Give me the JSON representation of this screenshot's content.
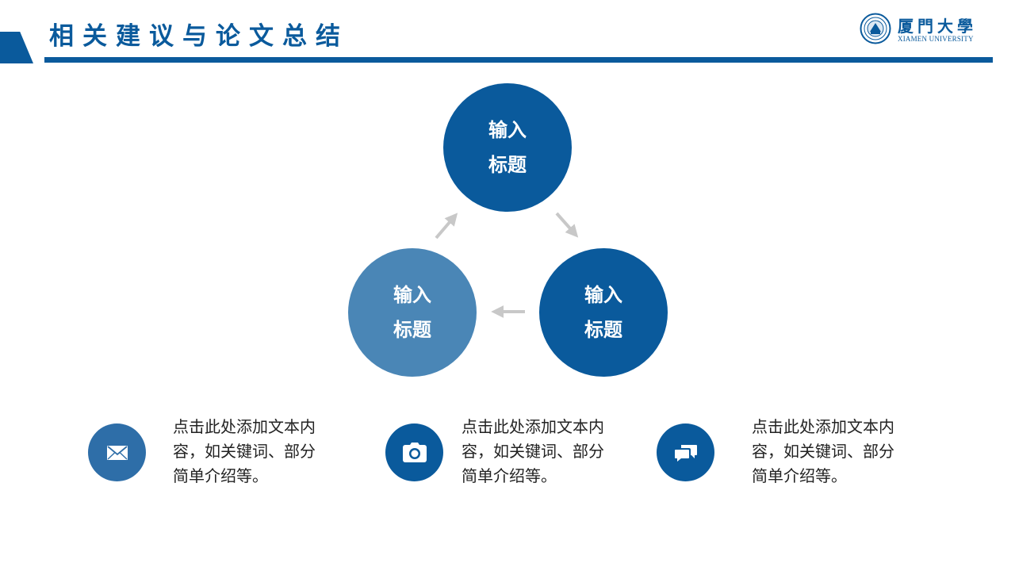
{
  "header": {
    "title": "相关建议与论文总结",
    "logo": {
      "name": "厦門大學",
      "subtitle": "XIAMEN UNIVERSITY"
    }
  },
  "cycle": {
    "nodes": [
      {
        "label": "输入\n标题",
        "color": "#0a5a9c"
      },
      {
        "label": "输入\n标题",
        "color": "#0a5a9c"
      },
      {
        "label": "输入\n标题",
        "color": "#4a86b6"
      }
    ],
    "arrow_color": "#c8c8c8"
  },
  "features": [
    {
      "icon": "envelope-icon",
      "text": "点击此处添加文本内容，如关键词、部分简单介绍等。"
    },
    {
      "icon": "camera-icon",
      "text": "点击此处添加文本内容，如关键词、部分简单介绍等。"
    },
    {
      "icon": "chat-bubbles-icon",
      "text": "点击此处添加文本内容，如关键词、部分简单介绍等。"
    }
  ],
  "colors": {
    "primary": "#0a5a9c",
    "light": "#4a86b6",
    "icon_alt": "#2e6ea8"
  }
}
